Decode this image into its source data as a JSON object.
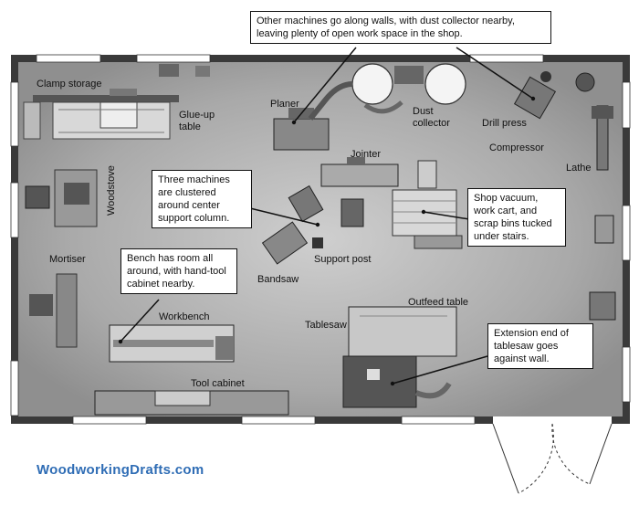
{
  "labels": {
    "clamp_storage": "Clamp storage",
    "glue_up_table": "Glue-up\ntable",
    "planer": "Planer",
    "dust_collector": "Dust\ncollector",
    "drill_press": "Drill press",
    "compressor": "Compressor",
    "lathe": "Lathe",
    "jointer": "Jointer",
    "woodstove": "Woodstove",
    "mortiser": "Mortiser",
    "bandsaw": "Bandsaw",
    "support_post": "Support post",
    "workbench": "Workbench",
    "outfeed_table": "Outfeed table",
    "tablesaw": "Tablesaw",
    "tool_cabinet": "Tool cabinet"
  },
  "callouts": {
    "top": "Other machines go along walls, with dust collector nearby, leaving plenty of open work space in the shop.",
    "center": "Three machines are clustered around center support column.",
    "vacuum": "Shop vacuum, work cart, and scrap bins tucked under stairs.",
    "bench": "Bench has room all around, with hand-tool cabinet nearby.",
    "extension": "Extension end of tablesaw goes against wall."
  },
  "brand": "WoodworkingDrafts.com"
}
